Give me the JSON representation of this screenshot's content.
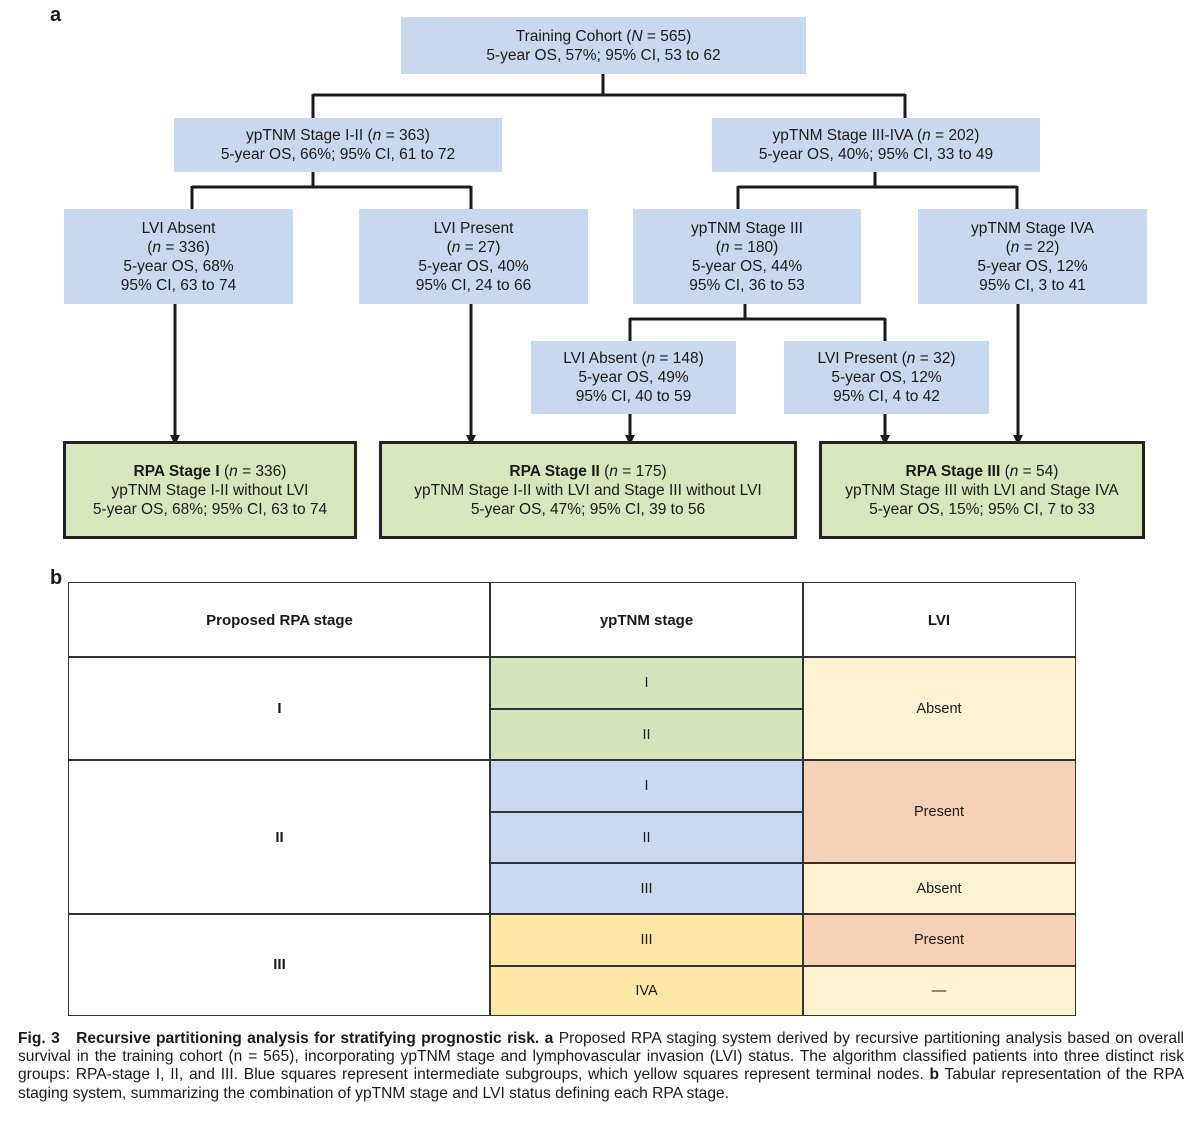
{
  "panel_labels": {
    "a": "a",
    "b": "b"
  },
  "diagram": {
    "root": {
      "title_pre": "Training Cohort (",
      "n_var": "N",
      "n_val": " = 565)",
      "line2": "5-year OS, 57%; 95% CI, 53 to 62"
    },
    "stage_1_2": {
      "title_pre": "ypTNM Stage I-II (",
      "n_var": "n",
      "n_val": " = 363)",
      "line2": "5-year OS, 66%; 95% CI, 61 to 72"
    },
    "stage_3_4a": {
      "title_pre": "ypTNM Stage III-IVA (",
      "n_var": "n",
      "n_val": " = 202)",
      "line2": "5-year OS, 40%; 95% CI, 33 to 49"
    },
    "lvi_absent_1": {
      "title": "LVI Absent",
      "n_pre": "(",
      "n_var": "n",
      "n_val": " = 336)",
      "os": "5-year OS, 68%",
      "ci": "95% CI, 63 to 74"
    },
    "lvi_present_1": {
      "title": "LVI Present",
      "n_pre": "(",
      "n_var": "n",
      "n_val": " = 27)",
      "os": "5-year OS, 40%",
      "ci": "95% CI, 24 to 66"
    },
    "stage_3": {
      "title": "ypTNM Stage III",
      "n_pre": "(",
      "n_var": "n",
      "n_val": " = 180)",
      "os": "5-year OS, 44%",
      "ci": "95% CI, 36 to 53"
    },
    "stage_4a": {
      "title": "ypTNM Stage IVA",
      "n_pre": "(",
      "n_var": "n",
      "n_val": " = 22)",
      "os": "5-year OS, 12%",
      "ci": "95% CI, 3 to 41"
    },
    "lvi_absent_3": {
      "title_pre": "LVI Absent (",
      "n_var": "n",
      "n_val": " = 148)",
      "os": "5-year OS, 49%",
      "ci": "95% CI, 40 to 59"
    },
    "lvi_present_3": {
      "title_pre": "LVI Present (",
      "n_var": "n",
      "n_val": " = 32)",
      "os": "5-year OS, 12%",
      "ci": "95% CI, 4 to 42"
    },
    "rpa1": {
      "bold": "RPA Stage I",
      "n_pre": " (",
      "n_var": "n",
      "n_val": " = 336)",
      "desc": "ypTNM Stage I-II without LVI",
      "os": "5-year OS, 68%; 95% CI, 63 to 74"
    },
    "rpa2": {
      "bold": "RPA Stage II",
      "n_pre": " (",
      "n_var": "n",
      "n_val": " = 175)",
      "desc": "ypTNM Stage I-II with LVI and Stage III without LVI",
      "os": "5-year OS, 47%; 95% CI, 39 to 56"
    },
    "rpa3": {
      "bold": "RPA Stage III",
      "n_pre": " (",
      "n_var": "n",
      "n_val": " = 54)",
      "desc": "ypTNM Stage III with LVI and Stage IVA",
      "os": "5-year OS, 15%; 95% CI, 7 to 33"
    }
  },
  "table": {
    "headers": [
      "Proposed RPA stage",
      "ypTNM stage",
      "LVI"
    ],
    "rpa": [
      "I",
      "II",
      "III"
    ],
    "yptnm": [
      "I",
      "II",
      "I",
      "II",
      "III",
      "III",
      "IVA"
    ],
    "lvi": [
      "Absent",
      "Present",
      "Absent",
      "Present",
      "—"
    ]
  },
  "caption": {
    "figno": "Fig. 3",
    "title": "Recursive partitioning analysis for stratifying prognostic risk.",
    "a_label": "a",
    "a_text": "Proposed RPA staging system derived by recursive partitioning analysis based on overall survival in the training cohort (n = 565), incorporating ypTNM stage and lymphovascular invasion (LVI) status. The algorithm classified patients into three distinct risk groups: RPA-stage I, II, and III. Blue squares represent intermediate subgroups, which yellow squares represent terminal nodes.",
    "b_label": "b",
    "b_text": "Tabular representation of the RPA staging system, summarizing the combination of ypTNM stage and LVI status defining each RPA stage."
  },
  "colors": {
    "intermediate": "#c8d9ef",
    "terminal": "#d8e6bd",
    "lvi_absent": "#fdf2d2",
    "lvi_present": "#f6d1b6",
    "rpa3_yptnm": "#fde8a6"
  }
}
